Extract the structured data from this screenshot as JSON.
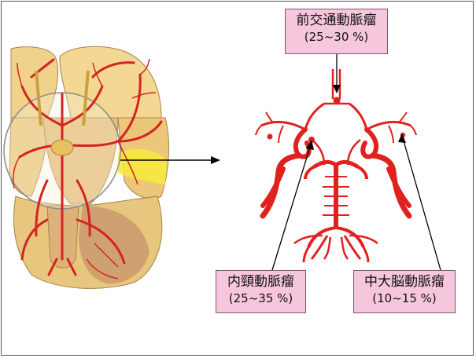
{
  "labels": {
    "acom": {
      "name": "前交通動脈瘤",
      "percent": "(25~30 %)"
    },
    "ica": {
      "name": "内頸動脈瘤",
      "percent": "(25~35 %)"
    },
    "mca": {
      "name": "中大脳動脈瘤",
      "percent": "(10~15 %)"
    }
  },
  "colors": {
    "artery": "#e0221e",
    "brain": "#f2d38b",
    "label_bg": "#f6c6dc"
  }
}
